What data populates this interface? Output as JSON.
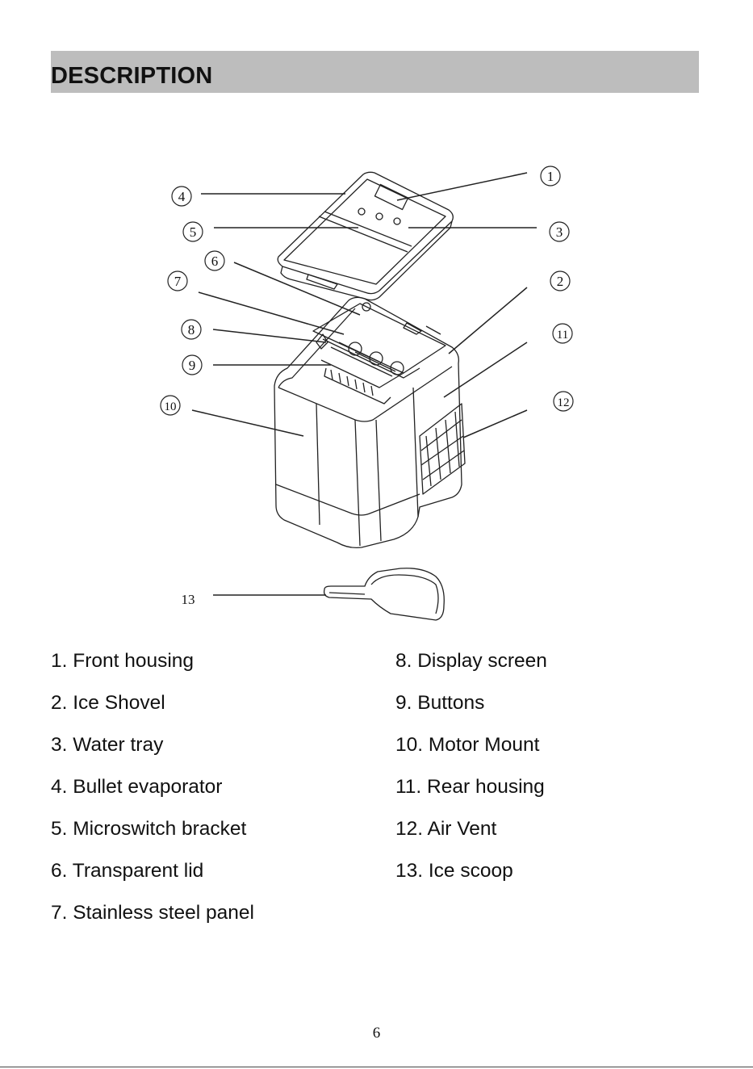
{
  "header": {
    "title": "DESCRIPTION"
  },
  "diagram": {
    "callouts": [
      "1",
      "2",
      "3",
      "4",
      "5",
      "6",
      "7",
      "8",
      "9",
      "10",
      "11",
      "12",
      "13"
    ]
  },
  "parts": [
    "1.  Front housing",
    "2.  Ice Shovel",
    "3.  Water tray",
    "4. Bullet evaporator",
    "5. Microswitch bracket",
    "6. Transparent lid",
    "7. Stainless steel panel",
    "8. Display screen",
    "9. Buttons",
    "10. Motor Mount",
    "11. Rear housing",
    "12. Air Vent",
    "13. Ice scoop"
  ],
  "footer": {
    "page_number": "6"
  }
}
